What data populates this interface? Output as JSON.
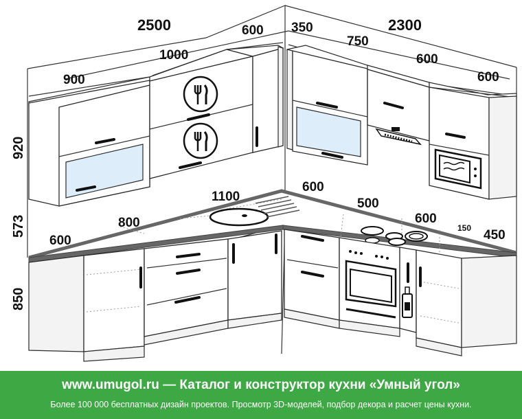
{
  "dimensions": {
    "upper_left_total": "2500",
    "upper_right_total": "2300",
    "upper_900": "900",
    "upper_1000": "1000",
    "upper_600_corner": "600",
    "upper_350": "350",
    "upper_750": "750",
    "upper_600_hood": "600",
    "upper_600_micro": "600",
    "height_upper": "920",
    "height_mid": "573",
    "height_lower": "850",
    "base_600_left": "600",
    "base_800": "800",
    "base_1100": "1100",
    "base_600_corner": "600",
    "base_500": "500",
    "base_600_hob": "600",
    "base_150": "150",
    "base_450": "450"
  },
  "icons": [
    "cutlery-icon",
    "cutlery-icon",
    "hood-icon",
    "microwave-icon",
    "sink-icon",
    "hob-icon",
    "oven-icon",
    "bottle-icon"
  ],
  "colors": {
    "banner": "#3ea844",
    "glass": "#ddeefa",
    "counter_edge": "#666666"
  },
  "banner": {
    "title": "www.umugol.ru — Каталог и конструктор кухни «Умный угол»",
    "subtitle": "Более 100 000 бесплатных дизайн проектов. Просмотр 3D-моделей, подбор декора и расчет цены кухни."
  }
}
